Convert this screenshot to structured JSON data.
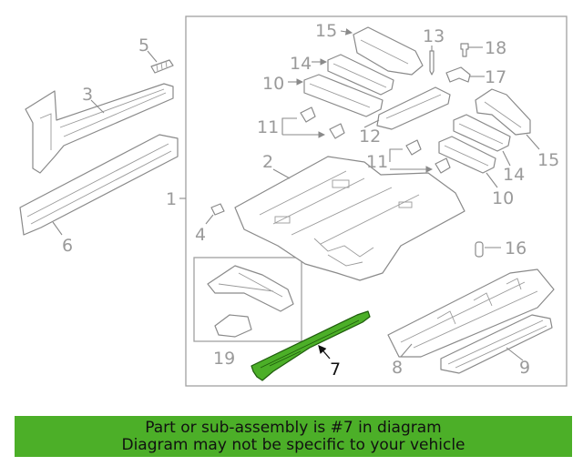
{
  "diagram": {
    "highlighted_part": "7",
    "highlight_color": "#4caf28",
    "callouts": {
      "c1": "1",
      "c2": "2",
      "c3": "3",
      "c4": "4",
      "c5": "5",
      "c6": "6",
      "c7": "7",
      "c8": "8",
      "c9": "9",
      "c10a": "10",
      "c10b": "10",
      "c11a": "11",
      "c11b": "11",
      "c12": "12",
      "c13": "13",
      "c14a": "14",
      "c14b": "14",
      "c15a": "15",
      "c15b": "15",
      "c16": "16",
      "c17": "17",
      "c18": "18",
      "c19": "19"
    }
  },
  "banner": {
    "line1": "Part or sub-assembly is #7 in diagram",
    "line2": "Diagram may not be specific to your vehicle",
    "color": "#4caf28"
  }
}
